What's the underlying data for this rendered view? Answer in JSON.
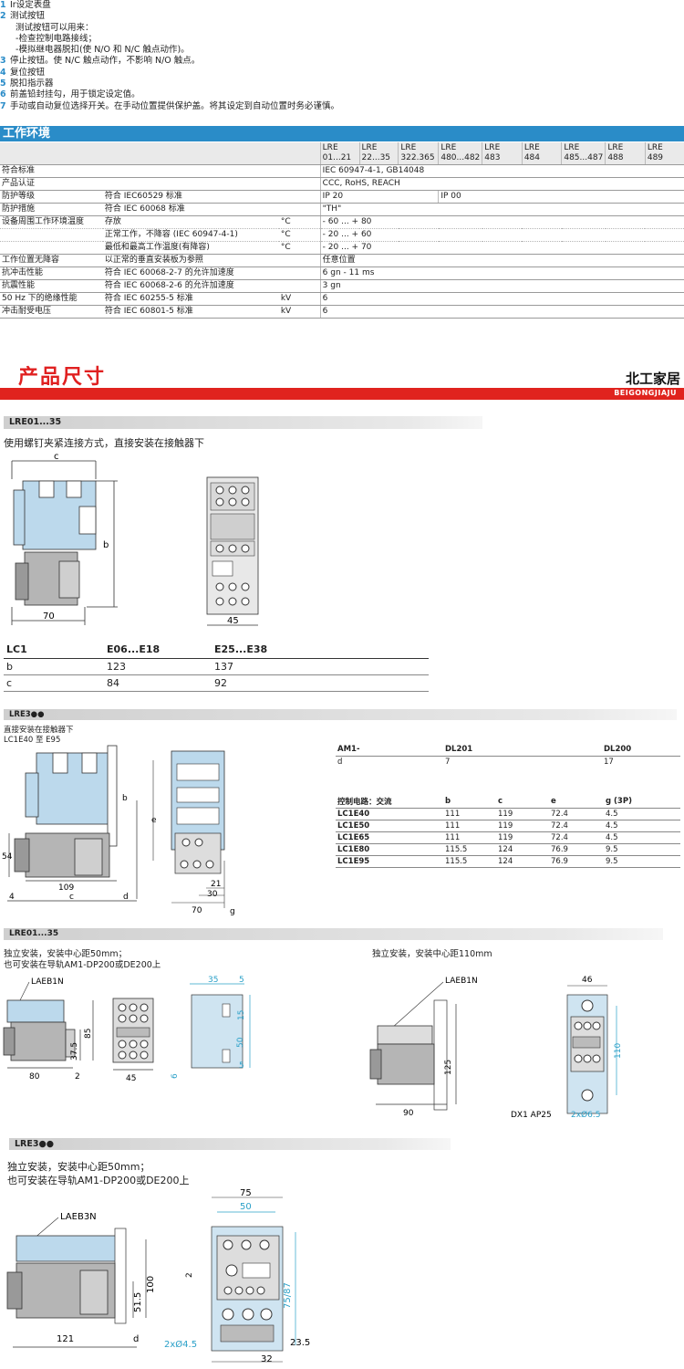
{
  "notes": [
    {
      "num": "1",
      "text": "Ir设定表盘"
    },
    {
      "num": "2",
      "text": "测试按钮"
    },
    {
      "num": "",
      "text": "  测试按钮可以用来："
    },
    {
      "num": "",
      "text": "  -检查控制电路接线；"
    },
    {
      "num": "",
      "text": "  -模拟继电器脱扣(使 N/O 和 N/C 触点动作)。"
    },
    {
      "num": "3",
      "text": "停止按钮。使 N/C 触点动作，不影响 N/O 触点。"
    },
    {
      "num": "4",
      "text": "复位按钮"
    },
    {
      "num": "5",
      "text": "脱扣指示器"
    },
    {
      "num": "6",
      "text": "前盖铅封挂勾，用于锁定设定值。"
    },
    {
      "num": "7",
      "text": "手动或自动复位选择开关。在手动位置提供保护盖。将其设定到自动位置时务必谨慎。"
    }
  ],
  "env": {
    "title": "工作环境",
    "columns": [
      {
        "a": "LRE",
        "b": "01...21"
      },
      {
        "a": "LRE",
        "b": "22...35"
      },
      {
        "a": "LRE",
        "b": "322.365"
      },
      {
        "a": "LRE",
        "b": "480...482"
      },
      {
        "a": "LRE",
        "b": "483"
      },
      {
        "a": "LRE",
        "b": "484"
      },
      {
        "a": "LRE",
        "b": "485...487"
      },
      {
        "a": "LRE",
        "b": "488"
      },
      {
        "a": "LRE",
        "b": "489"
      }
    ],
    "rows": [
      {
        "c1": "符合标准",
        "c2": "",
        "c3": "",
        "v": "IEC 60947-4-1, GB14048",
        "v2": ""
      },
      {
        "c1": "产品认证",
        "c2": "",
        "c3": "",
        "v": "CCC, RoHS, REACH",
        "v2": ""
      },
      {
        "c1": "防护等级",
        "c2": "符合 IEC60529 标准",
        "c3": "",
        "v": "IP 20",
        "v2": "IP 00"
      },
      {
        "c1": "防护措施",
        "c2": "符合 IEC 60068 标准",
        "c3": "",
        "v": "\"TH\"",
        "v2": ""
      },
      {
        "c1": "设备周围工作环境温度",
        "c2": "存放",
        "c3": "°C",
        "v": "- 60 ... + 80",
        "v2": ""
      },
      {
        "c1": "",
        "c2": "正常工作，不降容 (IEC 60947-4-1)",
        "c3": "°C",
        "v": "- 20 ... + 60",
        "v2": ""
      },
      {
        "c1": "",
        "c2": "最低和最高工作温度(有降容)",
        "c3": "°C",
        "v": "- 20 ... + 70",
        "v2": ""
      },
      {
        "c1": "工作位置无降容",
        "c2": "以正常的垂直安装板为参照",
        "c3": "",
        "v": "任意位置",
        "v2": ""
      },
      {
        "c1": "抗冲击性能",
        "c2": "符合 IEC 60068-2-7 的允许加速度",
        "c3": "",
        "v": "6 gn - 11 ms",
        "v2": ""
      },
      {
        "c1": "抗震性能",
        "c2": "符合 IEC 60068-2-6 的允许加速度",
        "c3": "",
        "v": "3 gn",
        "v2": ""
      },
      {
        "c1": "50 Hz 下的绝缘性能",
        "c2": "符合 IEC 60255-5 标准",
        "c3": "kV",
        "v": "6",
        "v2": ""
      },
      {
        "c1": "冲击耐受电压",
        "c2": "符合 IEC 60801-5 标准",
        "c3": "kV",
        "v": "6",
        "v2": ""
      }
    ]
  },
  "dims": {
    "title": "产品尺寸",
    "brand": "北工家居",
    "brand_en": "BEIGONGJIAJU",
    "s1": {
      "bar": "LRE01...35",
      "desc": "使用螺钉夹紧连接方式，直接安装在接触器下",
      "labels": {
        "c": "c",
        "b": "b",
        "w70": "70",
        "w45": "45"
      },
      "table": {
        "header": [
          "LC1",
          "E06...E18",
          "E25...E38"
        ],
        "rows": [
          [
            "b",
            "123",
            "137"
          ],
          [
            "c",
            "84",
            "92"
          ]
        ]
      }
    },
    "s2": {
      "bar": "LRE3●●",
      "desc1": "直接安装在接触器下",
      "desc2": "LC1E40 至 E95",
      "labels": {
        "d54": "54",
        "d109": "109",
        "d4": "4",
        "c": "c",
        "d": "d",
        "b": "b",
        "e": "e",
        "d21": "21",
        "d30": "30",
        "d70": "70",
        "g": "g"
      },
      "am": {
        "header": [
          "AM1-",
          "DL201",
          "DL200"
        ],
        "row": [
          "d",
          "7",
          "17"
        ]
      },
      "ctl": {
        "header": [
          "控制电路：交流",
          "b",
          "c",
          "e",
          "g (3P)"
        ],
        "rows": [
          [
            "LC1E40",
            "111",
            "119",
            "72.4",
            "4.5"
          ],
          [
            "LC1E50",
            "111",
            "119",
            "72.4",
            "4.5"
          ],
          [
            "LC1E65",
            "111",
            "119",
            "72.4",
            "4.5"
          ],
          [
            "LC1E80",
            "115.5",
            "124",
            "76.9",
            "9.5"
          ],
          [
            "LC1E95",
            "115.5",
            "124",
            "76.9",
            "9.5"
          ]
        ]
      }
    },
    "s3": {
      "bar": "LRE01...35",
      "desc1": "独立安装，安装中心距50mm；",
      "desc2": "也可安装在导轨AM1-DP200或DE200上",
      "desc3": "独立安装，安装中心距110mm",
      "labels": {
        "laeb1n": "LAEB1N",
        "laeb1n2": "LAEB1N",
        "d85": "85",
        "d37": "37.5",
        "d80": "80",
        "d2": "2",
        "d45": "45",
        "d35": "35",
        "d5a": "5",
        "d15": "15",
        "d50": "50",
        "d5b": "5",
        "d6": "6",
        "d125": "125",
        "d90": "90",
        "d46": "46",
        "d110": "110",
        "dx1": "DX1 AP25",
        "hole": "2xØ6.5"
      }
    },
    "s4": {
      "bar": "LRE3●●",
      "desc1": "独立安装，安装中心距50mm；",
      "desc2": "也可安装在导轨AM1-DP200或DE200上",
      "labels": {
        "laeb3n": "LAEB3N",
        "d100": "100",
        "d51": "51.5",
        "d121": "121",
        "d": "d",
        "d75": "75",
        "d50": "50",
        "d2": "2",
        "d7587": "75/87",
        "hole": "2xØ4.5",
        "d23": "23.5",
        "d32": "32"
      }
    }
  }
}
